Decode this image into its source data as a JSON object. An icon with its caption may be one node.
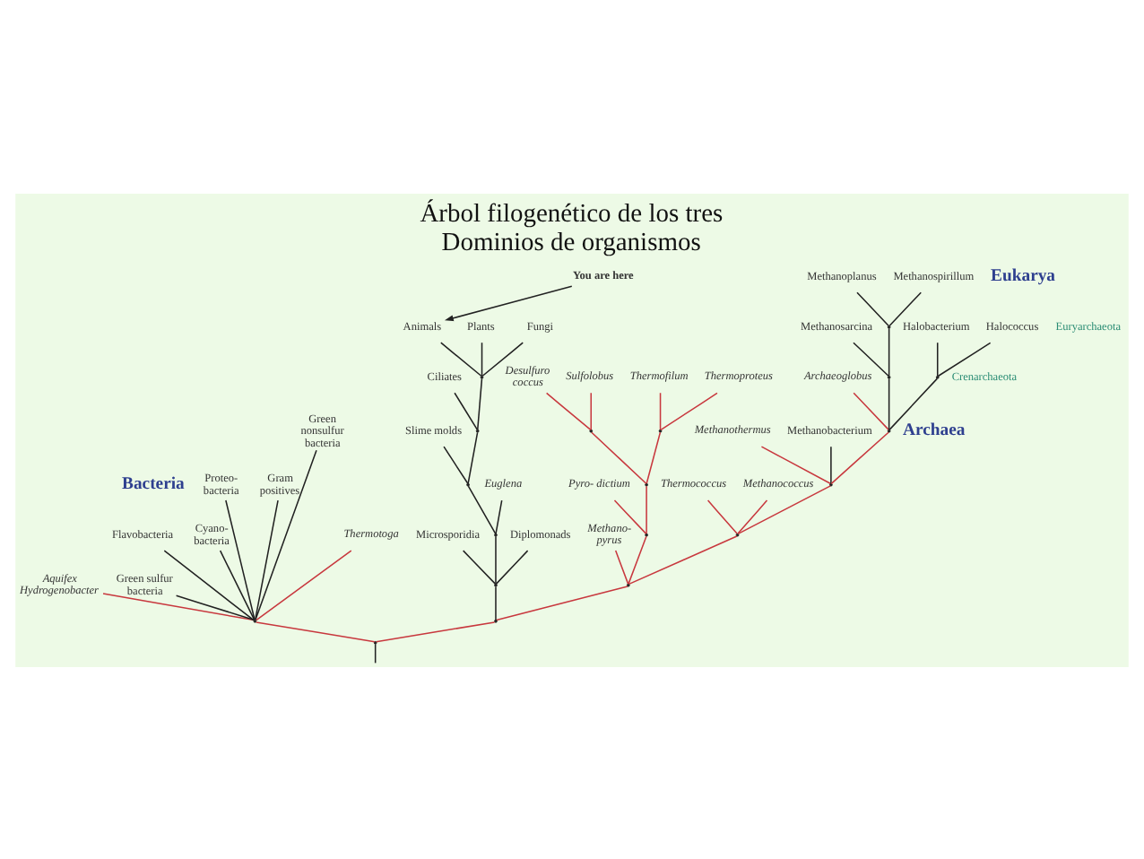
{
  "diagram": {
    "title": "Árbol filogenético de los tres Dominios de organismos",
    "nodes": [
      {
        "text": [
          "You are here"
        ]
      },
      {
        "text": [
          "Microsporidia"
        ]
      },
      {
        "text": [
          "Animals"
        ]
      },
      {
        "text": [
          "Plants"
        ]
      },
      {
        "text": [
          "Fungi"
        ]
      },
      {
        "text": [
          "Euglena"
        ]
      },
      {
        "text": [
          "Ciliates"
        ]
      },
      {
        "text": [
          "Slime molds"
        ]
      },
      {
        "text": [
          "Diplomonads"
        ]
      },
      {
        "text": [
          "Green nonsulfur bacteria"
        ]
      },
      {
        "text": [
          "Proteo- bacteria"
        ]
      },
      {
        "text": [
          "Gram positives"
        ]
      },
      {
        "text": [
          "Thermotoga"
        ]
      },
      {
        "text": [
          "Cyano- bacteria"
        ]
      },
      {
        "text": [
          "Flavobacteria"
        ]
      },
      {
        "text": [
          "Green sulfur bacteria"
        ]
      },
      {
        "text": [
          "Aquifex Hydrogenobacter"
        ]
      },
      {
        "text": [
          "Desulfuro coccus"
        ]
      },
      {
        "text": [
          "Sulfolobus"
        ]
      },
      {
        "text": [
          "Thermofilum"
        ]
      },
      {
        "text": [
          "Thermoproteus"
        ]
      },
      {
        "text": [
          "Pyro- dictium"
        ]
      },
      {
        "text": [
          "Thermococcus"
        ]
      },
      {
        "text": [
          "Methanothermus"
        ]
      },
      {
        "text": [
          "Methanobacterium"
        ]
      },
      {
        "text": [
          "Archaeoglobus"
        ]
      },
      {
        "text": [
          "Halococcus"
        ]
      },
      {
        "text": [
          "Halobacterium"
        ]
      },
      {
        "text": [
          "Methano- pyrus"
        ]
      },
      {
        "text": [
          "Methanococcus"
        ]
      },
      {
        "text": [
          "Methanoplanus"
        ]
      },
      {
        "text": [
          "Methanospirillum"
        ]
      },
      {
        "text": [
          "Methanosarcina"
        ]
      },
      {
        "text": [],
        "shape": "point"
      },
      {
        "text": [],
        "shape": "point"
      },
      {
        "text": [],
        "shape": "point"
      },
      {
        "text": [],
        "shape": "point"
      },
      {
        "text": [],
        "shape": "point"
      },
      {
        "text": [],
        "shape": "point"
      },
      {
        "text": [],
        "shape": "point"
      },
      {
        "text": [],
        "shape": "point"
      },
      {
        "text": [],
        "shape": "point"
      },
      {
        "text": [],
        "shape": "point"
      },
      {
        "text": [],
        "shape": "point"
      },
      {
        "text": [],
        "shape": "point"
      },
      {
        "text": [],
        "shape": "point"
      },
      {
        "text": [],
        "shape": "point"
      },
      {
        "text": [],
        "shape": "point"
      },
      {
        "text": [],
        "shape": "point"
      },
      {
        "text": [],
        "shape": "point"
      },
      {
        "text": [],
        "shape": "point"
      },
      {
        "text": [],
        "shape": "point"
      }
    ],
    "edges": [
      {
        "from": 0,
        "to": 2,
        "arrow": "to"
      },
      {
        "from": 33,
        "to": 1,
        "arrow": "none"
      },
      {
        "from": 33,
        "to": 34,
        "arrow": "none"
      },
      {
        "from": 34,
        "to": 35,
        "arrow": "none"
      },
      {
        "from": 35,
        "to": 36,
        "arrow": "none"
      },
      {
        "from": 36,
        "to": 37,
        "arrow": "none"
      },
      {
        "from": 37,
        "to": 2,
        "arrow": "none"
      },
      {
        "from": 37,
        "to": 3,
        "arrow": "none"
      },
      {
        "from": 37,
        "to": 4,
        "arrow": "none"
      },
      {
        "from": 36,
        "to": 6,
        "arrow": "none"
      },
      {
        "from": 35,
        "to": 7,
        "arrow": "none"
      },
      {
        "from": 34,
        "to": 5,
        "arrow": "none"
      },
      {
        "from": 33,
        "to": 8,
        "arrow": "none"
      },
      {
        "from": 38,
        "to": 33,
        "arrow": "none"
      },
      {
        "from": null,
        "to": 39,
        "arrow": "none"
      },
      {
        "from": 39,
        "to": 38,
        "arrow": "none",
        "color": "#c8383e"
      },
      {
        "from": 39,
        "to": 40,
        "arrow": "none",
        "color": "#c8383e"
      },
      {
        "from": 40,
        "to": 9,
        "arrow": "none"
      },
      {
        "from": 40,
        "to": 11,
        "arrow": "none"
      },
      {
        "from": 40,
        "to": 10,
        "arrow": "none"
      },
      {
        "from": 40,
        "to": 13,
        "arrow": "none"
      },
      {
        "from": 40,
        "to": 14,
        "arrow": "none"
      },
      {
        "from": 40,
        "to": 15,
        "arrow": "none"
      },
      {
        "from": 40,
        "to": 12,
        "arrow": "none",
        "color": "#c8383e"
      },
      {
        "from": 40,
        "to": 16,
        "arrow": "none",
        "color": "#c8383e"
      },
      {
        "from": 38,
        "to": 41,
        "arrow": "none",
        "color": "#c8383e"
      },
      {
        "from": 41,
        "to": 42,
        "arrow": "none",
        "color": "#c8383e"
      },
      {
        "from": 42,
        "to": 21,
        "arrow": "none",
        "color": "#c8383e"
      },
      {
        "from": 42,
        "to": 43,
        "arrow": "none",
        "color": "#c8383e"
      },
      {
        "from": 43,
        "to": 45,
        "arrow": "none",
        "color": "#c8383e"
      },
      {
        "from": 45,
        "to": 17,
        "arrow": "none",
        "color": "#c8383e"
      },
      {
        "from": 45,
        "to": 18,
        "arrow": "none",
        "color": "#c8383e"
      },
      {
        "from": 43,
        "to": 44,
        "arrow": "none",
        "color": "#c8383e"
      },
      {
        "from": 44,
        "to": 19,
        "arrow": "none",
        "color": "#c8383e"
      },
      {
        "from": 44,
        "to": 20,
        "arrow": "none",
        "color": "#c8383e"
      },
      {
        "from": 41,
        "to": 28,
        "arrow": "none",
        "color": "#c8383e"
      },
      {
        "from": 41,
        "to": 46,
        "arrow": "none",
        "color": "#c8383e"
      },
      {
        "from": 46,
        "to": 22,
        "arrow": "none",
        "color": "#c8383e"
      },
      {
        "from": 46,
        "to": 29,
        "arrow": "none",
        "color": "#c8383e"
      },
      {
        "from": 46,
        "to": 47,
        "arrow": "none",
        "color": "#c8383e"
      },
      {
        "from": 47,
        "to": 23,
        "arrow": "none",
        "color": "#c8383e"
      },
      {
        "from": 47,
        "to": 24,
        "arrow": "none"
      },
      {
        "from": 47,
        "to": 48,
        "arrow": "none",
        "color": "#c8383e"
      },
      {
        "from": 48,
        "to": 25,
        "arrow": "none",
        "color": "#c8383e"
      },
      {
        "from": 48,
        "to": 49,
        "arrow": "none"
      },
      {
        "from": 49,
        "to": 26,
        "arrow": "none"
      },
      {
        "from": 49,
        "to": 27,
        "arrow": "none"
      },
      {
        "from": 48,
        "to": 50,
        "arrow": "none"
      },
      {
        "from": 50,
        "to": 51,
        "arrow": "none"
      },
      {
        "from": 51,
        "to": 30,
        "arrow": "none"
      },
      {
        "from": 51,
        "to": 31,
        "arrow": "none"
      },
      {
        "from": 50,
        "to": 32,
        "arrow": "none"
      }
    ],
    "labels": [
      "Eukarya",
      "Bacteria",
      "Archaea",
      "Crenarchaeota",
      "Euryarchaeota"
    ]
  }
}
